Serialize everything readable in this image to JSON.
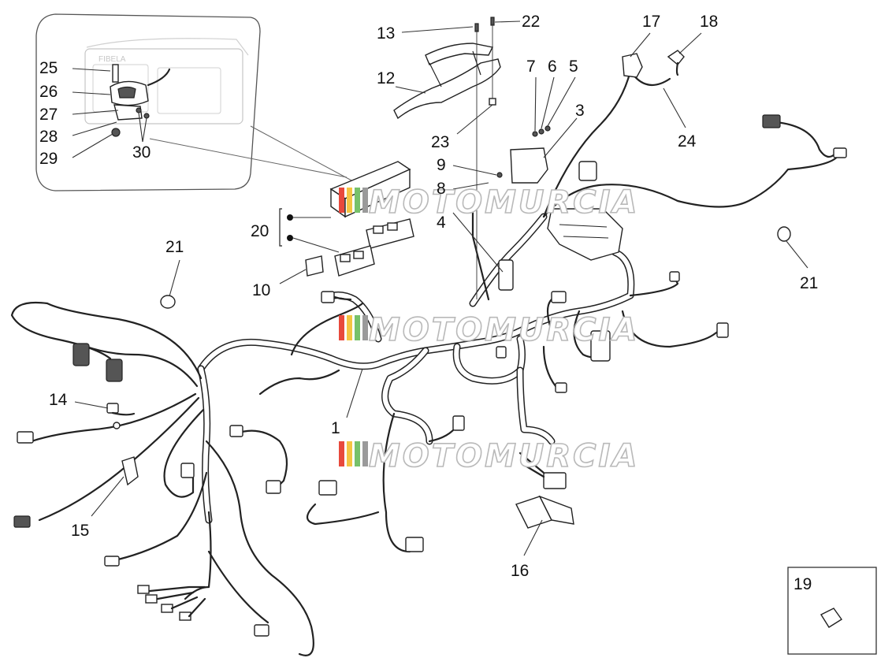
{
  "watermark": "MOTOMURCIA",
  "watermark_colors": [
    "#e8493c",
    "#f4c542",
    "#77c16a",
    "#9a9a9a"
  ],
  "labels": {
    "l1": "1",
    "l3": "3",
    "l4": "4",
    "l5": "5",
    "l6": "6",
    "l7": "7",
    "l8": "8",
    "l9": "9",
    "l10": "10",
    "l12": "12",
    "l13": "13",
    "l14": "14",
    "l15": "15",
    "l16": "16",
    "l17": "17",
    "l18": "18",
    "l19": "19",
    "l20": "20",
    "l21a": "21",
    "l21b": "21",
    "l22": "22",
    "l23": "23",
    "l24": "24",
    "l25": "25",
    "l26": "26",
    "l27": "27",
    "l28": "28",
    "l29": "29",
    "l30": "30"
  },
  "inset_text": "FIBELA"
}
